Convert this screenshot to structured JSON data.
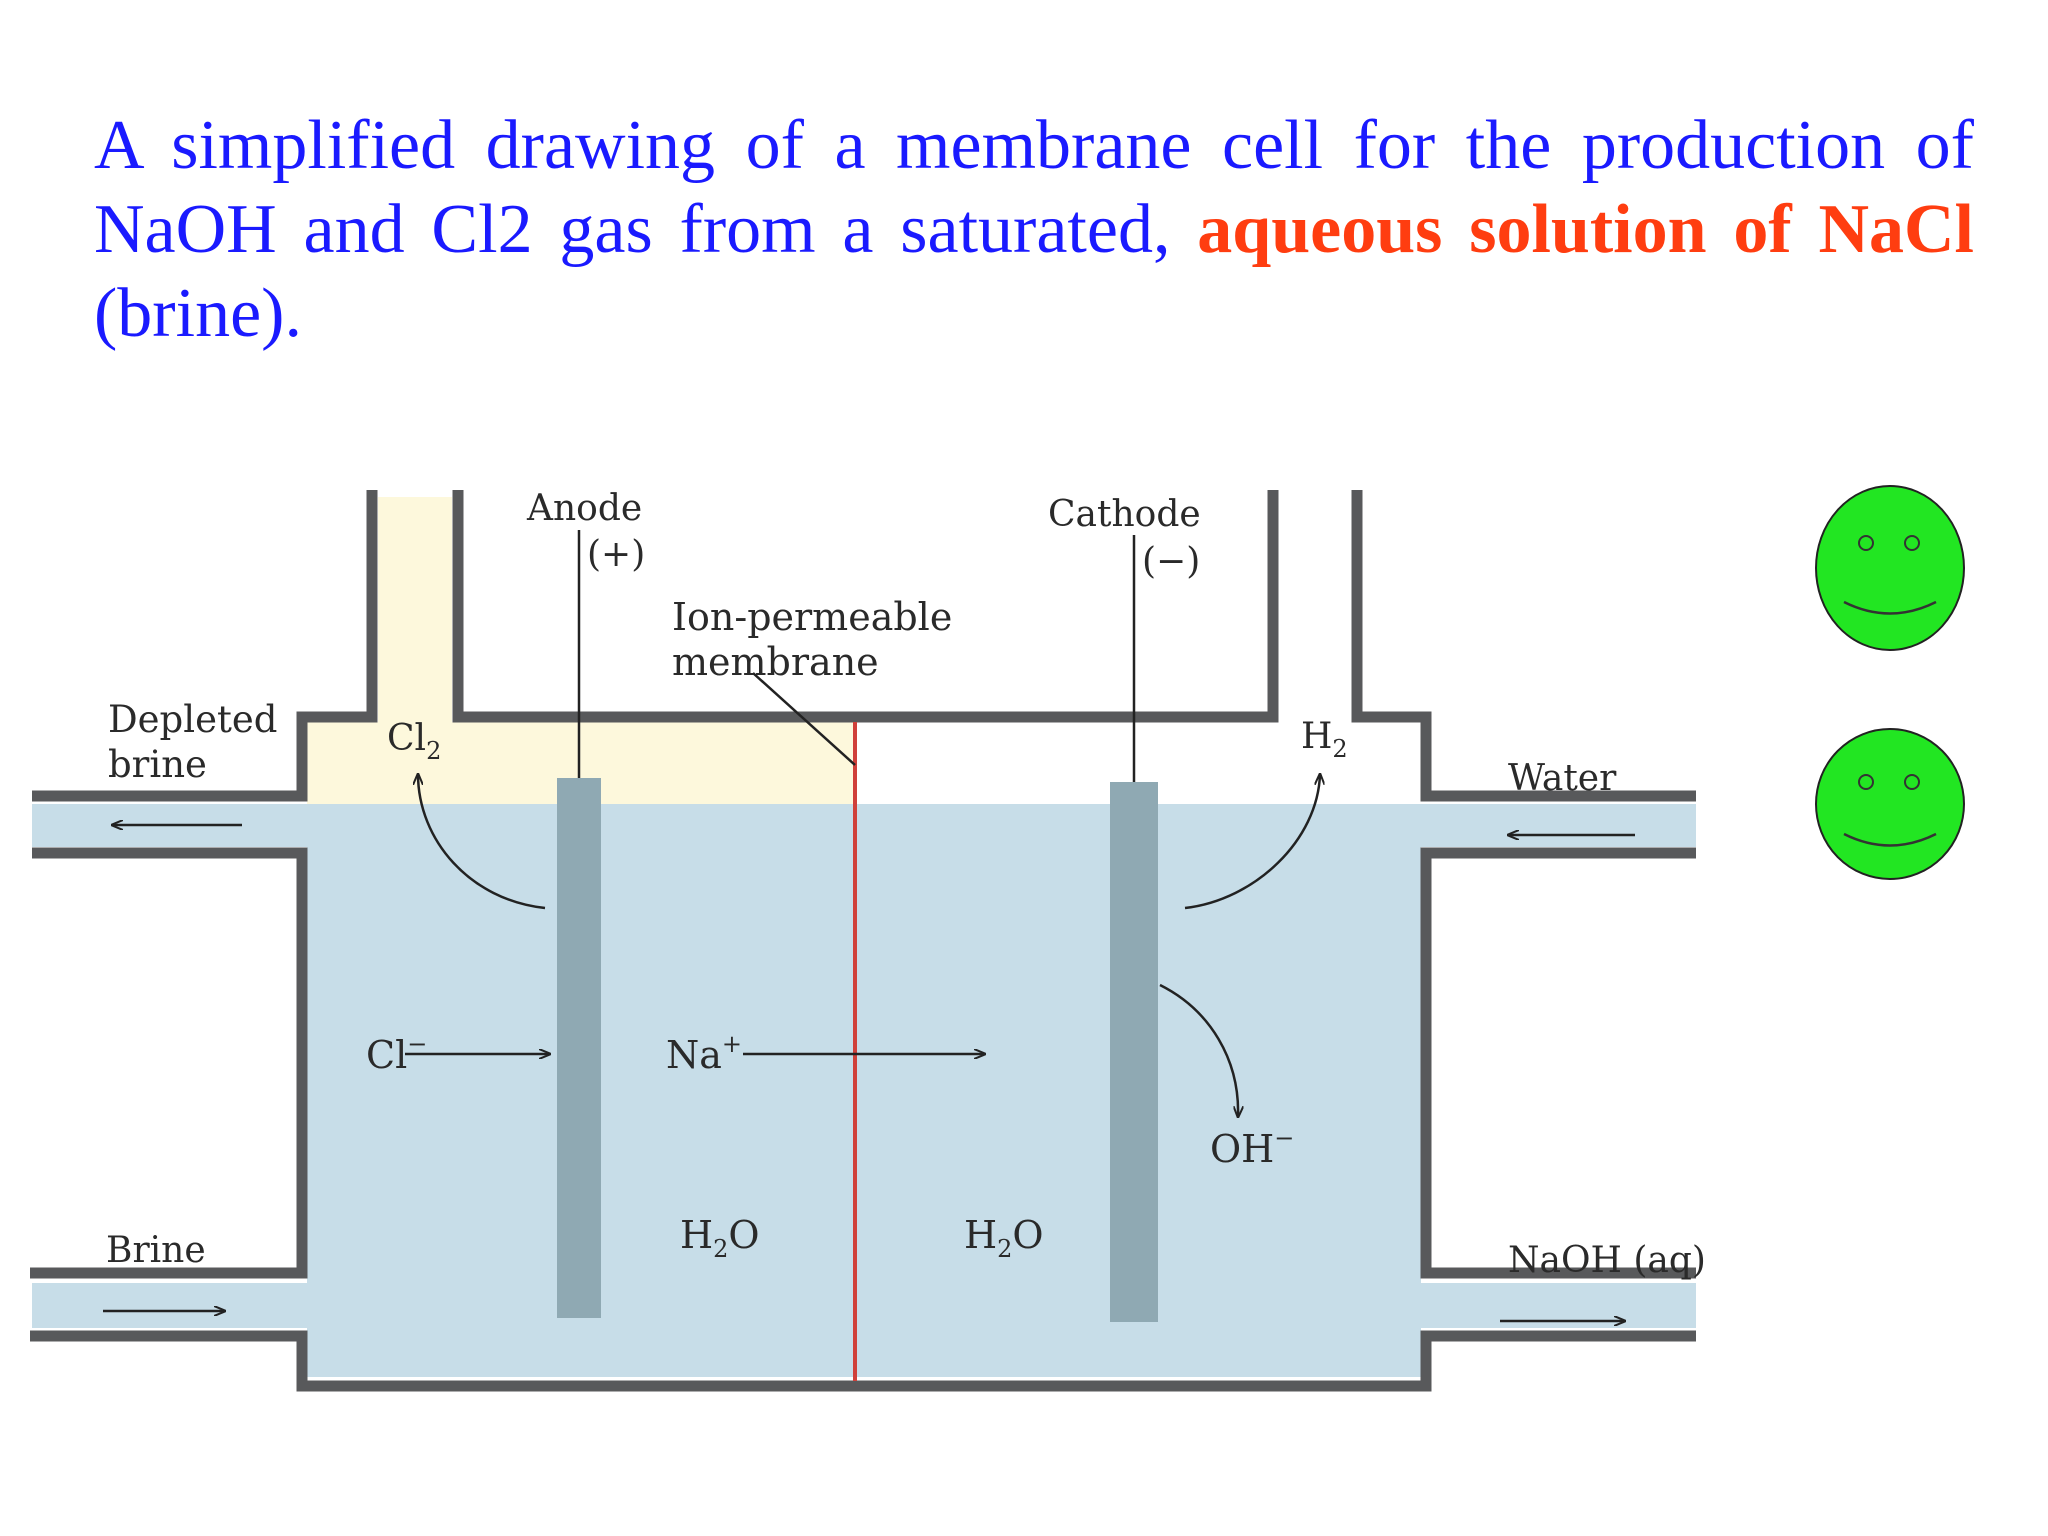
{
  "title": {
    "part1": "A simplified drawing of a membrane cell for the production of NaOH and Cl2 gas from a saturated,",
    "highlight": "aqueous solution of NaCl",
    "part2": "(brine)."
  },
  "labels": {
    "anode": "Anode",
    "anode_sign": "(+)",
    "cathode": "Cathode",
    "cathode_sign": "(−)",
    "membrane_line1": "Ion-permeable",
    "membrane_line2": "membrane",
    "depleted_line1": "Depleted",
    "depleted_line2": "brine",
    "cl2": "Cl",
    "cl2_sub": "2",
    "h2": "H",
    "h2_sub": "2",
    "water": "Water",
    "cl_minus": "Cl",
    "cl_minus_sup": "−",
    "na_plus": "Na",
    "na_plus_sup": "+",
    "oh_minus": "OH",
    "oh_minus_sup": "−",
    "h2o_left": "H",
    "h2o_left_sub": "2",
    "h2o_left_tail": "O",
    "h2o_right": "H",
    "h2o_right_sub": "2",
    "h2o_right_tail": "O",
    "brine": "Brine",
    "naoh": "NaOH (aq)"
  },
  "colors": {
    "solution": "#c7dde8",
    "anode_gas": "#fdf8dc",
    "wall": "#58595b",
    "electrode": "#8fa9b3",
    "membrane": "#d0403a",
    "smiley": "#22e622",
    "title_text": "#1a1aff",
    "highlight_text": "#ff3d10"
  },
  "icons": [
    "smiley-face-icon",
    "smiley-face-icon"
  ]
}
